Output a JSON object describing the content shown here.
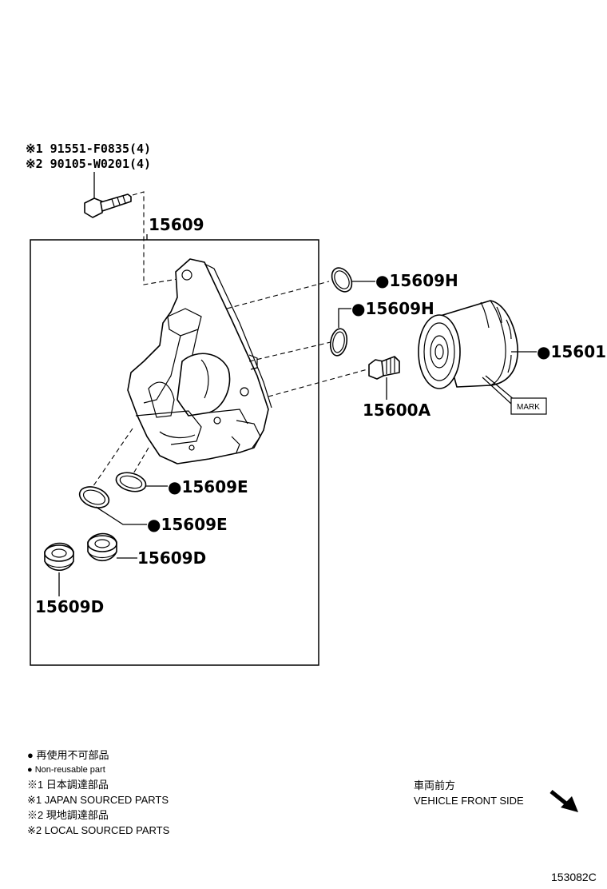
{
  "callouts": {
    "bolt_alt1": "※1 91551-F0835(4)",
    "bolt_alt2": "※2 90105-W0201(4)",
    "housing": "15609",
    "oring_upper": "●15609H",
    "oring_lower": "●15609H",
    "plug_union": "15600A",
    "oil_filter": "●15601",
    "mark_tag": "MARK",
    "gasket_upper": "●15609E",
    "gasket_lower": "●15609E",
    "plug_right": "15609D",
    "plug_left": "15609D"
  },
  "legend": {
    "line1": "● 再使用不可部品",
    "line2": "● Non-reusable part",
    "line3": "※1 日本調達部品",
    "line4": "※1 JAPAN SOURCED PARTS",
    "line5": "※2 現地調達部品",
    "line6": "※2 LOCAL SOURCED PARTS"
  },
  "direction": {
    "line_jp": "車両前方",
    "line_en": "VEHICLE FRONT SIDE"
  },
  "figure_code": "153082C",
  "icons": [
    "front-arrow-icon"
  ]
}
